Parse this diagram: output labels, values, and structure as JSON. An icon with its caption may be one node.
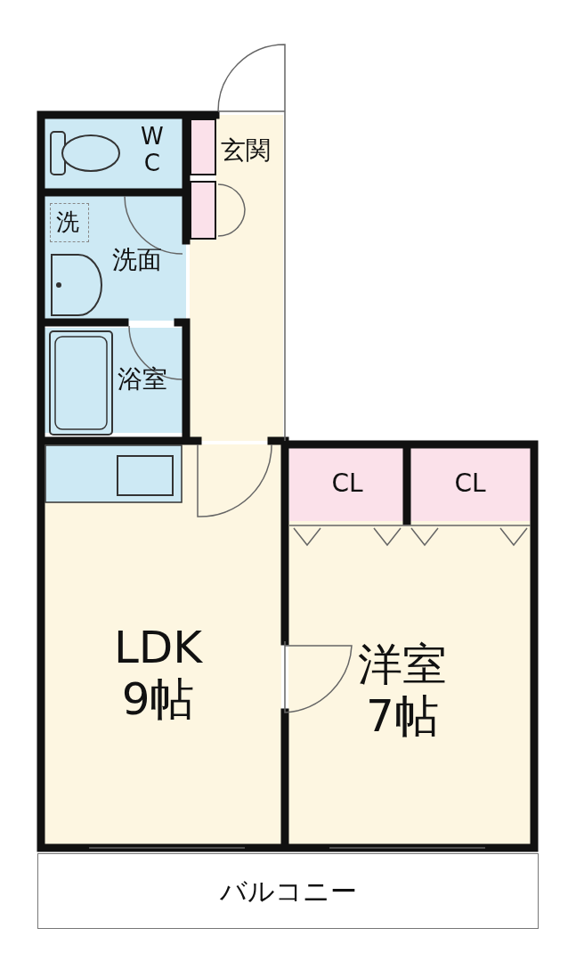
{
  "diagram": {
    "nodes": [
      {
        "text": [
          "W C"
        ]
      },
      {
        "text": [
          "玄関"
        ]
      },
      {
        "text": [
          "洗面"
        ]
      },
      {
        "text": [
          "洗"
        ],
        "in": 2
      },
      {
        "text": [
          "浴室"
        ]
      },
      {
        "text": [
          "CL"
        ]
      },
      {
        "text": [
          "CL"
        ]
      },
      {
        "text": [
          "LDK 9帖"
        ]
      },
      {
        "text": [
          "洋室 7帖"
        ]
      },
      {
        "text": [
          "バルコニー"
        ]
      }
    ]
  }
}
